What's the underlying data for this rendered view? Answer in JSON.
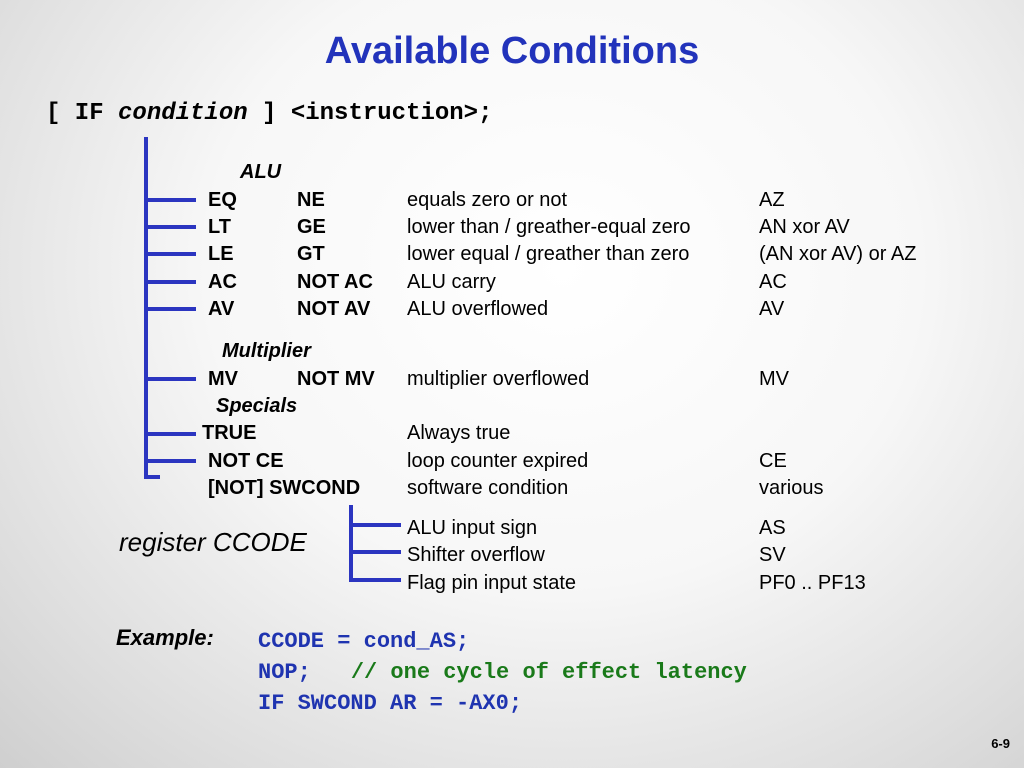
{
  "title": "Available Conditions",
  "syntax": {
    "open": "[ IF ",
    "condition": "condition",
    "close": " ]  <instruction>;"
  },
  "groups": {
    "alu": "ALU",
    "multiplier": "Multiplier",
    "specials": "Specials"
  },
  "rows": [
    {
      "cond": "EQ",
      "neg": "NE",
      "desc": "equals zero or not",
      "flag": "AZ"
    },
    {
      "cond": "LT",
      "neg": "GE",
      "desc": "lower than / greather-equal zero",
      "flag": "AN xor AV"
    },
    {
      "cond": "LE",
      "neg": "GT",
      "desc": "lower equal / greather than zero",
      "flag": "(AN xor AV) or AZ"
    },
    {
      "cond": "AC",
      "neg": "NOT AC",
      "desc": "ALU carry",
      "flag": "AC"
    },
    {
      "cond": "AV",
      "neg": "NOT AV",
      "desc": "ALU overflowed",
      "flag": "AV"
    },
    {
      "cond": "MV",
      "neg": "NOT MV",
      "desc": "multiplier overflowed",
      "flag": "MV"
    },
    {
      "cond": "TRUE",
      "neg": "",
      "desc": "Always true",
      "flag": ""
    },
    {
      "cond": "NOT CE",
      "neg": "",
      "desc": "loop counter expired",
      "flag": "CE"
    },
    {
      "cond": "[NOT] SWCOND",
      "neg": "",
      "desc": "software condition",
      "flag": "various"
    }
  ],
  "ccode_label": "register CCODE",
  "ccode_rows": [
    {
      "desc": "ALU input sign",
      "flag": "AS"
    },
    {
      "desc": "Shifter overflow",
      "flag": "SV"
    },
    {
      "desc": "Flag pin input state",
      "flag": "PF0 .. PF13"
    }
  ],
  "example": {
    "label": "Example:",
    "line1": "CCODE = cond_AS;",
    "line2_code": "NOP;",
    "line2_comment": "// one cycle of effect latency",
    "line3": "IF SWCOND AR = -AX0;"
  },
  "page_number": "6-9",
  "colors": {
    "title": "#2233bb",
    "bracket": "#2b35c0",
    "code": "#1f34b0",
    "comment": "#1a7a1a"
  }
}
